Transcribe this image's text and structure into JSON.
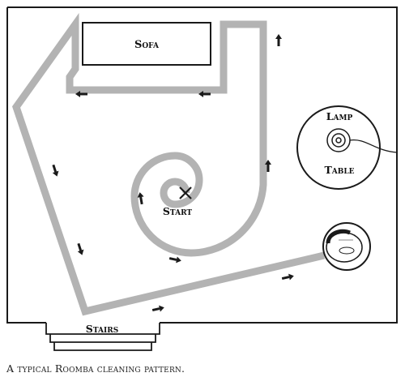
{
  "labels": {
    "sofa": "Sofa",
    "lamp": "Lamp",
    "table": "Table",
    "start": "Start",
    "stairs": "Stairs"
  },
  "caption": "A typical Roomba cleaning pattern.",
  "icons": {
    "start_marker": "x-mark",
    "robot": "roomba-robot",
    "direction": "arrow"
  },
  "colors": {
    "path": "#b3b3b3",
    "outline": "#1a1a1a",
    "background": "#ffffff"
  }
}
